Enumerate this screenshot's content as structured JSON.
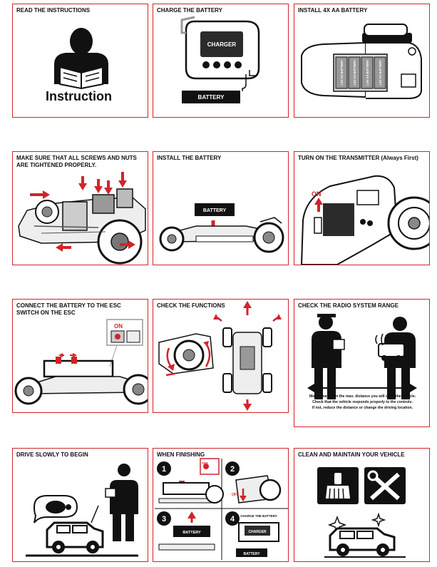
{
  "panels": [
    {
      "title": "READ THE INSTRUCTIONS"
    },
    {
      "title": "CHARGE THE BATTERY"
    },
    {
      "title": "INSTALL 4x AA BATTERY"
    },
    {
      "title": "MAKE SURE THAT ALL SCREWS AND NUTS ARE TIGHTENED PROPERLY."
    },
    {
      "title": "INSTALL THE BATTERY"
    },
    {
      "title": "TURN ON THE TRANSMITTER (Always First)"
    },
    {
      "title": "CONNECT THE BATTERY TO THE ESC SWITCH ON THE ESC"
    },
    {
      "title": "CHECK THE FUNCTIONS"
    },
    {
      "title": "CHECK THE RADIO SYSTEM RANGE"
    },
    {
      "title": "DRIVE SLOWLY TO BEGIN"
    },
    {
      "title": "WHEN FINISHING"
    },
    {
      "title": "CLEAN AND MAINTAIN YOUR VEHICLE"
    }
  ],
  "labels": {
    "instruction": "Instruction",
    "charger": "CHARGER",
    "battery": "BATTERY",
    "aa_battery": "1.5V AA BATTERY",
    "on": "ON",
    "off": "OFF",
    "charge_the_battery": "CHARGE THE BATTERY",
    "step1": "1",
    "step2": "2",
    "step3": "3",
    "step4": "4"
  },
  "range_note": [
    "Move away from the max. distance you will drive the vehicle.",
    "Check that the vehicle responds properly to the controls.",
    "If not, reduce the distance or change the driving location."
  ],
  "colors": {
    "accent": "#d2232a",
    "ink": "#111111",
    "screen": "#2b2b2b"
  }
}
